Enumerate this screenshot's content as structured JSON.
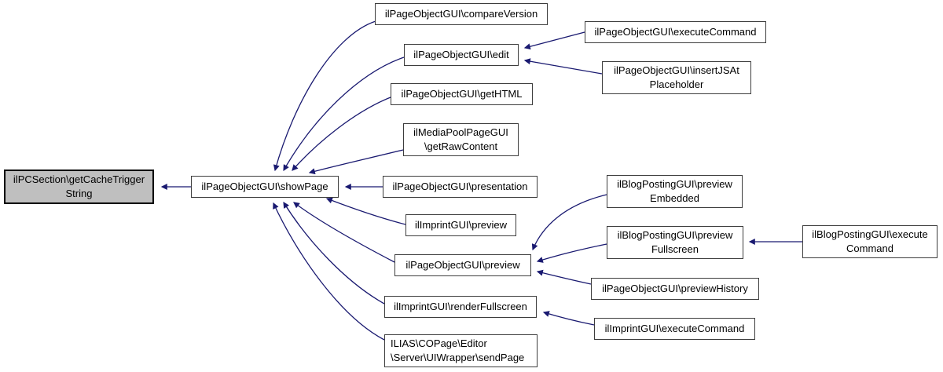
{
  "diagram": {
    "type": "caller-graph",
    "colors": {
      "edge": "#191970",
      "highlight_fill": "#bfbfbf",
      "node_fill": "#ffffff",
      "node_border": "#3d3d3d"
    }
  },
  "nodes": [
    {
      "id": "ilPCSection-getCacheTriggerString",
      "label": "ilPCSection\\getCacheTrigger\nString",
      "highlighted": true
    },
    {
      "id": "ilPageObjectGUI-showPage",
      "label": "ilPageObjectGUI\\showPage",
      "highlighted": false
    },
    {
      "id": "ilPageObjectGUI-compareVersion",
      "label": "ilPageObjectGUI\\compareVersion",
      "highlighted": false
    },
    {
      "id": "ilPageObjectGUI-edit",
      "label": "ilPageObjectGUI\\edit",
      "highlighted": false
    },
    {
      "id": "ilPageObjectGUI-getHTML",
      "label": "ilPageObjectGUI\\getHTML",
      "highlighted": false
    },
    {
      "id": "ilMediaPoolPageGUI-getRawContent",
      "label": "ilMediaPoolPageGUI\n\\getRawContent",
      "highlighted": false
    },
    {
      "id": "ilPageObjectGUI-presentation",
      "label": "ilPageObjectGUI\\presentation",
      "highlighted": false
    },
    {
      "id": "ilImprintGUI-preview",
      "label": "ilImprintGUI\\preview",
      "highlighted": false
    },
    {
      "id": "ilPageObjectGUI-preview",
      "label": "ilPageObjectGUI\\preview",
      "highlighted": false
    },
    {
      "id": "ilImprintGUI-renderFullscreen",
      "label": "ilImprintGUI\\renderFullscreen",
      "highlighted": false
    },
    {
      "id": "ILIAS-COPage-Editor-Server-UIWrapper-sendPage",
      "label": "ILIAS\\COPage\\Editor\n\\Server\\UIWrapper\\sendPage",
      "highlighted": false
    },
    {
      "id": "ilPageObjectGUI-executeCommand",
      "label": "ilPageObjectGUI\\executeCommand",
      "highlighted": false
    },
    {
      "id": "ilPageObjectGUI-insertJSAtPlaceholder",
      "label": "ilPageObjectGUI\\insertJSAt\nPlaceholder",
      "highlighted": false
    },
    {
      "id": "ilBlogPostingGUI-previewEmbedded",
      "label": "ilBlogPostingGUI\\preview\nEmbedded",
      "highlighted": false
    },
    {
      "id": "ilBlogPostingGUI-previewFullscreen",
      "label": "ilBlogPostingGUI\\preview\nFullscreen",
      "highlighted": false
    },
    {
      "id": "ilPageObjectGUI-previewHistory",
      "label": "ilPageObjectGUI\\previewHistory",
      "highlighted": false
    },
    {
      "id": "ilImprintGUI-executeCommand",
      "label": "ilImprintGUI\\executeCommand",
      "highlighted": false
    },
    {
      "id": "ilBlogPostingGUI-executeCommand",
      "label": "ilBlogPostingGUI\\execute\nCommand",
      "highlighted": false
    }
  ],
  "edges": [
    {
      "from": "ilPageObjectGUI-showPage",
      "to": "ilPCSection-getCacheTriggerString"
    },
    {
      "from": "ilPageObjectGUI-compareVersion",
      "to": "ilPageObjectGUI-showPage"
    },
    {
      "from": "ilPageObjectGUI-edit",
      "to": "ilPageObjectGUI-showPage"
    },
    {
      "from": "ilPageObjectGUI-getHTML",
      "to": "ilPageObjectGUI-showPage"
    },
    {
      "from": "ilMediaPoolPageGUI-getRawContent",
      "to": "ilPageObjectGUI-showPage"
    },
    {
      "from": "ilPageObjectGUI-presentation",
      "to": "ilPageObjectGUI-showPage"
    },
    {
      "from": "ilImprintGUI-preview",
      "to": "ilPageObjectGUI-showPage"
    },
    {
      "from": "ilPageObjectGUI-preview",
      "to": "ilPageObjectGUI-showPage"
    },
    {
      "from": "ilImprintGUI-renderFullscreen",
      "to": "ilPageObjectGUI-showPage"
    },
    {
      "from": "ILIAS-COPage-Editor-Server-UIWrapper-sendPage",
      "to": "ilPageObjectGUI-showPage"
    },
    {
      "from": "ilPageObjectGUI-executeCommand",
      "to": "ilPageObjectGUI-edit"
    },
    {
      "from": "ilPageObjectGUI-insertJSAtPlaceholder",
      "to": "ilPageObjectGUI-edit"
    },
    {
      "from": "ilBlogPostingGUI-previewEmbedded",
      "to": "ilPageObjectGUI-preview"
    },
    {
      "from": "ilBlogPostingGUI-previewFullscreen",
      "to": "ilPageObjectGUI-preview"
    },
    {
      "from": "ilPageObjectGUI-previewHistory",
      "to": "ilPageObjectGUI-preview"
    },
    {
      "from": "ilBlogPostingGUI-executeCommand",
      "to": "ilBlogPostingGUI-previewFullscreen"
    },
    {
      "from": "ilImprintGUI-executeCommand",
      "to": "ilImprintGUI-renderFullscreen"
    }
  ]
}
